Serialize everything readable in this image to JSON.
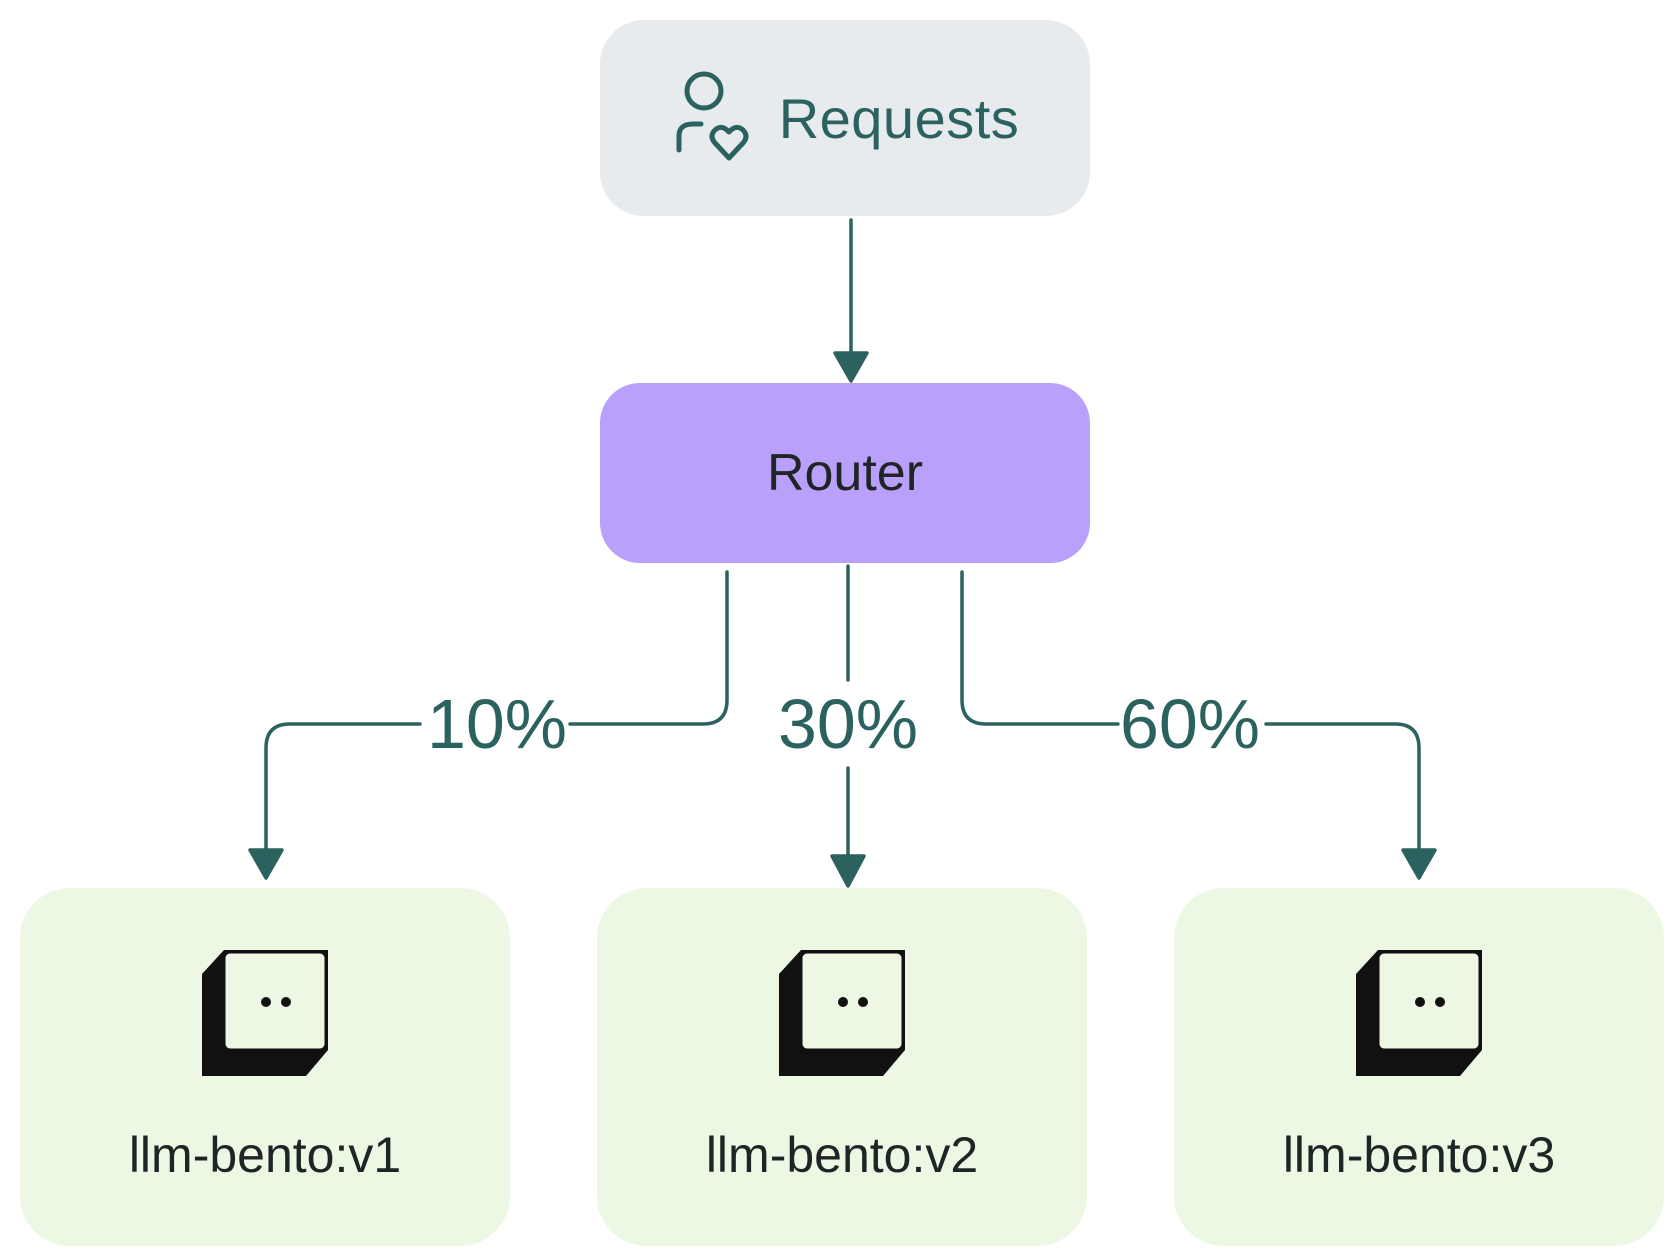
{
  "nodes": {
    "requests": {
      "label": "Requests",
      "icon": "user-heart-icon"
    },
    "router": {
      "label": "Router"
    },
    "bentos": [
      {
        "label": "llm-bento:v1",
        "icon": "bento-box-icon"
      },
      {
        "label": "llm-bento:v2",
        "icon": "bento-box-icon"
      },
      {
        "label": "llm-bento:v3",
        "icon": "bento-box-icon"
      }
    ]
  },
  "edges": {
    "split_left": "10%",
    "split_middle": "30%",
    "split_right": "60%"
  },
  "colors": {
    "edge": "#2b625f",
    "requests_bg": "#e8ebee",
    "router_bg": "#b8a0fb",
    "bento_bg": "#ecf7e4"
  }
}
